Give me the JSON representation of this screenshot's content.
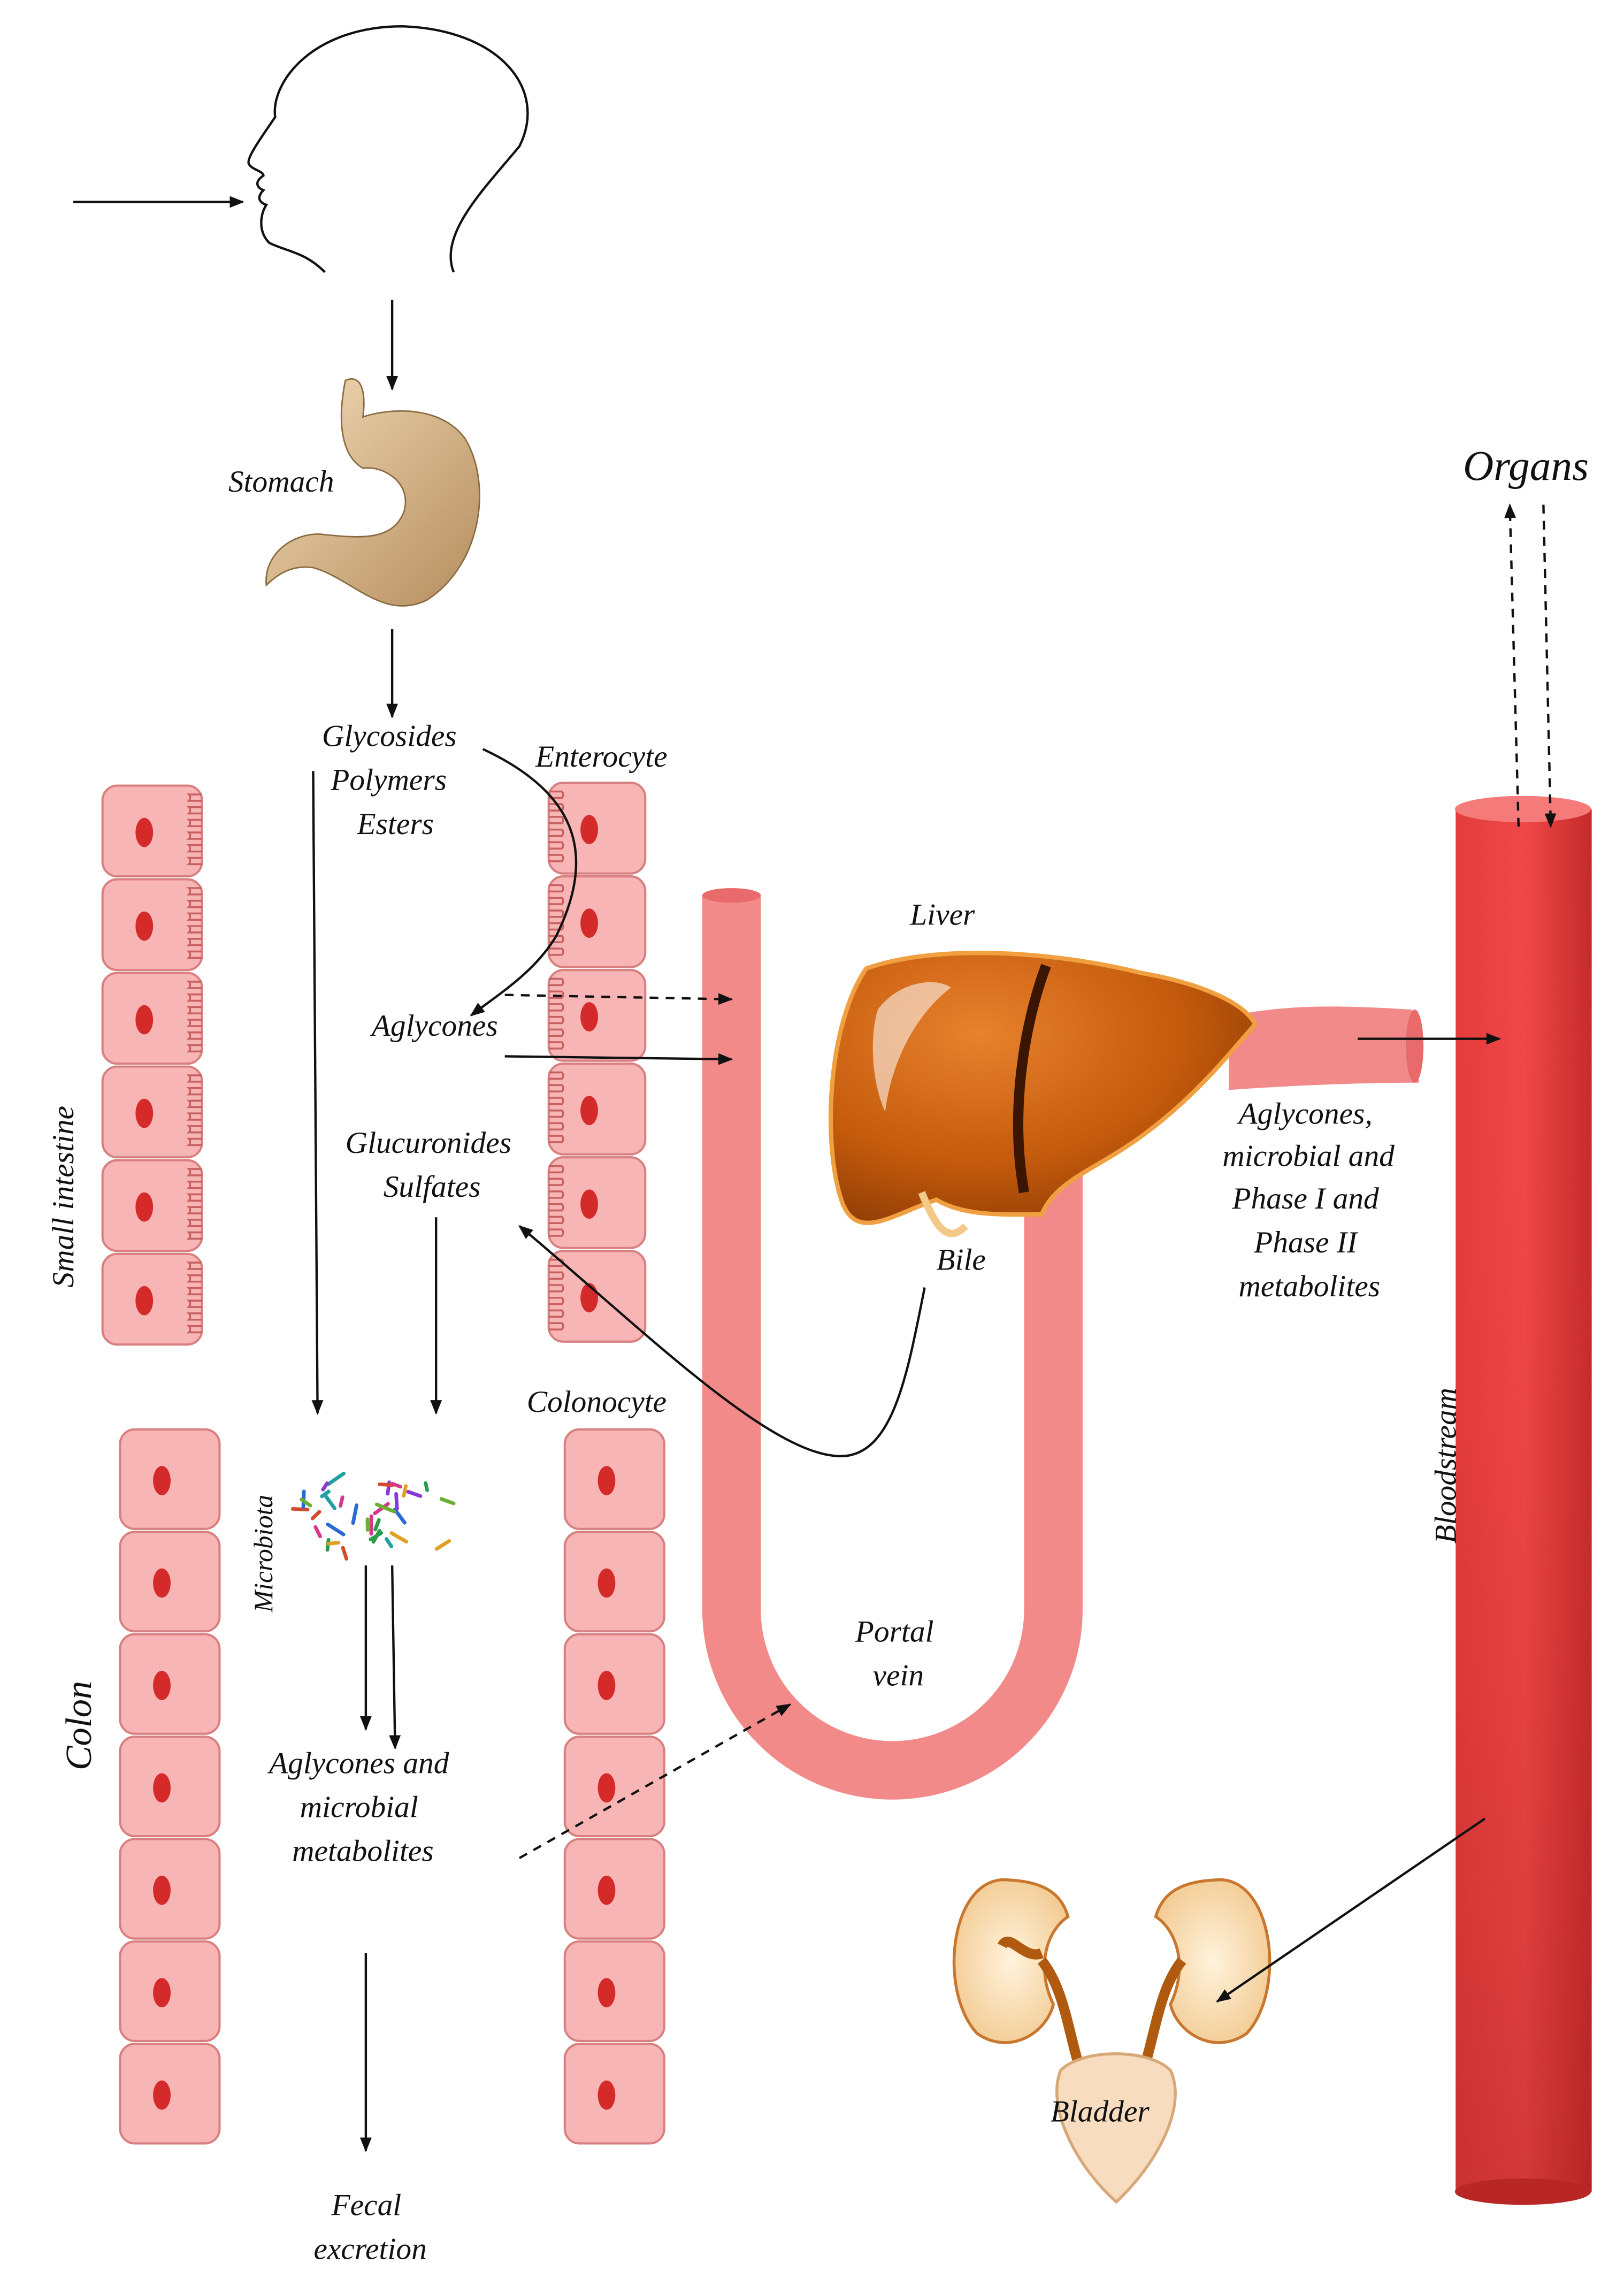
{
  "labels": {
    "organs": "Organs",
    "stomach": "Stomach",
    "glycosides": "Glycosides",
    "polymers": "Polymers",
    "esters": "Esters",
    "enterocyte": "Enterocyte",
    "liver": "Liver",
    "aglycones": "Aglycones",
    "glucuronides": "Glucuronides",
    "sulfates": "Sulfates",
    "bile": "Bile",
    "liver_out": [
      "Aglycones,",
      "microbial and",
      "Phase I and",
      "Phase II",
      "metabolites"
    ],
    "small_intestine": "Small intestine",
    "colonocyte": "Colonocyte",
    "microbiota": "Microbiota",
    "colon": "Colon",
    "portal_vein": [
      "Portal",
      "vein"
    ],
    "colon_products": [
      "Aglycones and",
      "microbial",
      "metabolites"
    ],
    "bloodstream": "Bloodstream",
    "bladder": "Bladder",
    "fecal": [
      "Fecal",
      "excretion"
    ]
  },
  "colors": {
    "cell": "#f7b5b5",
    "nucleus": "#d42a2a",
    "portal_vein": "#f28a8a",
    "bloodstream": "#e23434",
    "liver": "#c45a0c"
  }
}
